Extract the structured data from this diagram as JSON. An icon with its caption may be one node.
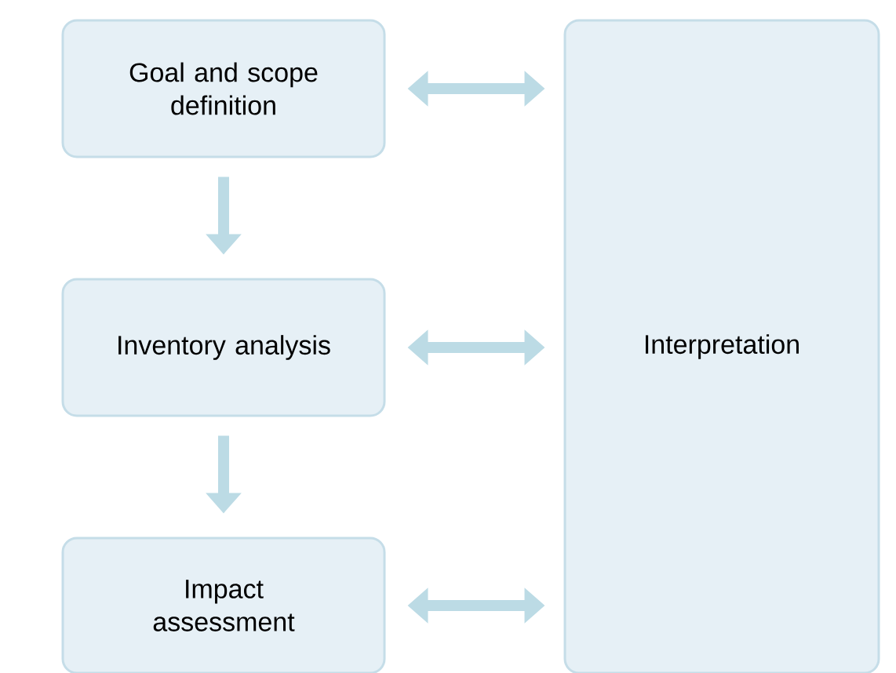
{
  "diagram": {
    "nodes": [
      {
        "text": [
          "Goal and scope definition"
        ]
      },
      {
        "text": [
          "Inventory analysis"
        ]
      },
      {
        "text": [
          "Impact assessment"
        ]
      },
      {
        "text": [
          "Interpretation"
        ]
      }
    ],
    "edges": [
      {
        "from": 0,
        "to": 1,
        "arrow": "to"
      },
      {
        "from": 1,
        "to": 2,
        "arrow": "to"
      },
      {
        "from": 0,
        "to": 3,
        "arrow": "both"
      },
      {
        "from": 1,
        "to": 3,
        "arrow": "both"
      },
      {
        "from": 2,
        "to": 3,
        "arrow": "both"
      }
    ]
  }
}
